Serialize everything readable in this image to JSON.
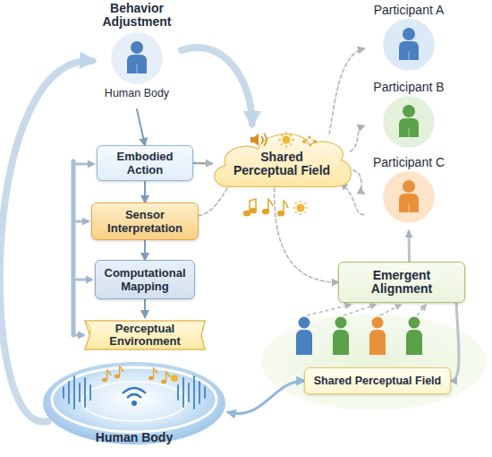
{
  "diagram": {
    "nodes": [
      {
        "text": [
          "Behavior Adjustment",
          "Human Body"
        ]
      },
      {
        "text": [
          "Participant A"
        ]
      },
      {
        "text": [
          "Participant B"
        ]
      },
      {
        "text": [
          "Participant C"
        ]
      },
      {
        "text": [
          "Embodied Action"
        ]
      },
      {
        "text": [
          "Shared Perceptual Field"
        ]
      },
      {
        "text": [
          "Sensor Interpretation"
        ]
      },
      {
        "text": [
          "Computational Mapping"
        ]
      },
      {
        "text": [
          "Perceptual Environment"
        ]
      },
      {
        "text": [
          "Emergent Alignment"
        ]
      },
      {
        "text": [
          "Shared Perceptual Field"
        ]
      },
      {
        "text": [
          "Human Body"
        ]
      }
    ],
    "edges": [
      {
        "from": 0,
        "to": 4,
        "arrow": "to"
      },
      {
        "from": 4,
        "to": 6,
        "arrow": "to"
      },
      {
        "from": 6,
        "to": 7,
        "arrow": "to"
      },
      {
        "from": 7,
        "to": 8,
        "arrow": "to"
      },
      {
        "from": 4,
        "to": 5,
        "arrow": "to"
      },
      {
        "from": 6,
        "to": 5,
        "arrow": "none"
      },
      {
        "from": 5,
        "to": 1,
        "arrow": "to"
      },
      {
        "from": 5,
        "to": 2,
        "arrow": "to"
      },
      {
        "from": 5,
        "to": 3,
        "arrow": "to"
      },
      {
        "from": 3,
        "to": 5,
        "arrow": "to"
      },
      {
        "from": 5,
        "to": 9,
        "arrow": "to"
      },
      {
        "from": 9,
        "to": 3,
        "arrow": "to"
      },
      {
        "from": 9,
        "to": 10,
        "arrow": "to"
      },
      {
        "from": 11,
        "to": 10,
        "arrow": "both"
      },
      {
        "from": 11,
        "to": 0,
        "arrow": "to"
      },
      {
        "from": 0,
        "to": 5,
        "arrow": "to"
      }
    ]
  }
}
